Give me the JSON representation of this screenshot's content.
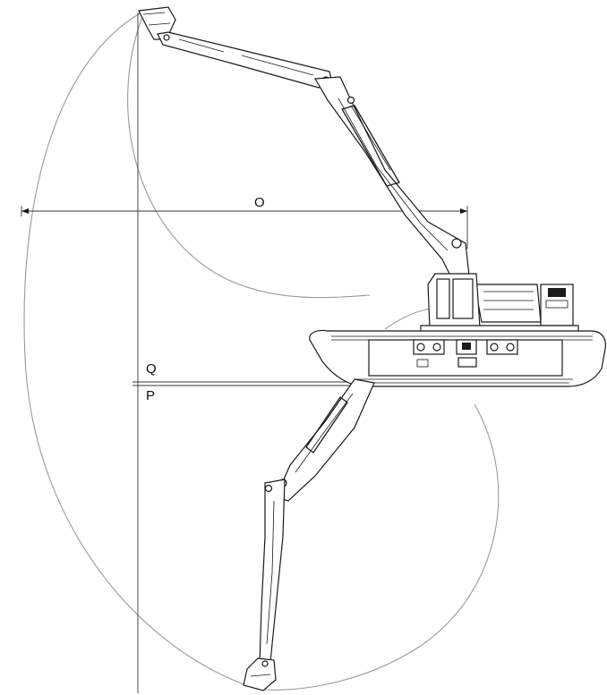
{
  "diagram": {
    "labels": {
      "o": "O",
      "q": "Q",
      "p": "P"
    },
    "colors": {
      "line": "#1a1a1a",
      "arc": "#9a9a9a",
      "background": "#ffffff"
    }
  }
}
